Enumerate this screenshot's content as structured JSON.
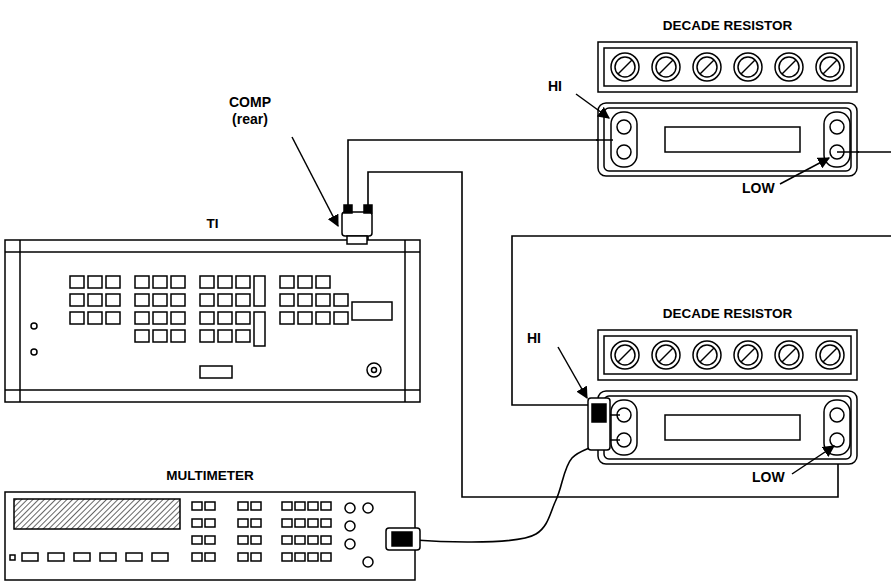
{
  "diagram": {
    "nodes": [
      {
        "text": [
          "DECADE RESISTOR"
        ]
      },
      {
        "text": [
          "TI"
        ]
      },
      {
        "text": [
          "DECADE RESISTOR"
        ]
      },
      {
        "text": [
          "MULTIMETER"
        ]
      }
    ],
    "edges": [
      {
        "from": 1,
        "to": 0,
        "arrow": "none"
      },
      {
        "from": 1,
        "to": 2,
        "arrow": "none"
      },
      {
        "from": 0,
        "to": 2,
        "arrow": "none"
      },
      {
        "from": 2,
        "to": 3,
        "arrow": "none"
      }
    ],
    "labels": [
      "HI",
      "COMP (rear)",
      "LOW",
      "HI",
      "LOW"
    ]
  }
}
